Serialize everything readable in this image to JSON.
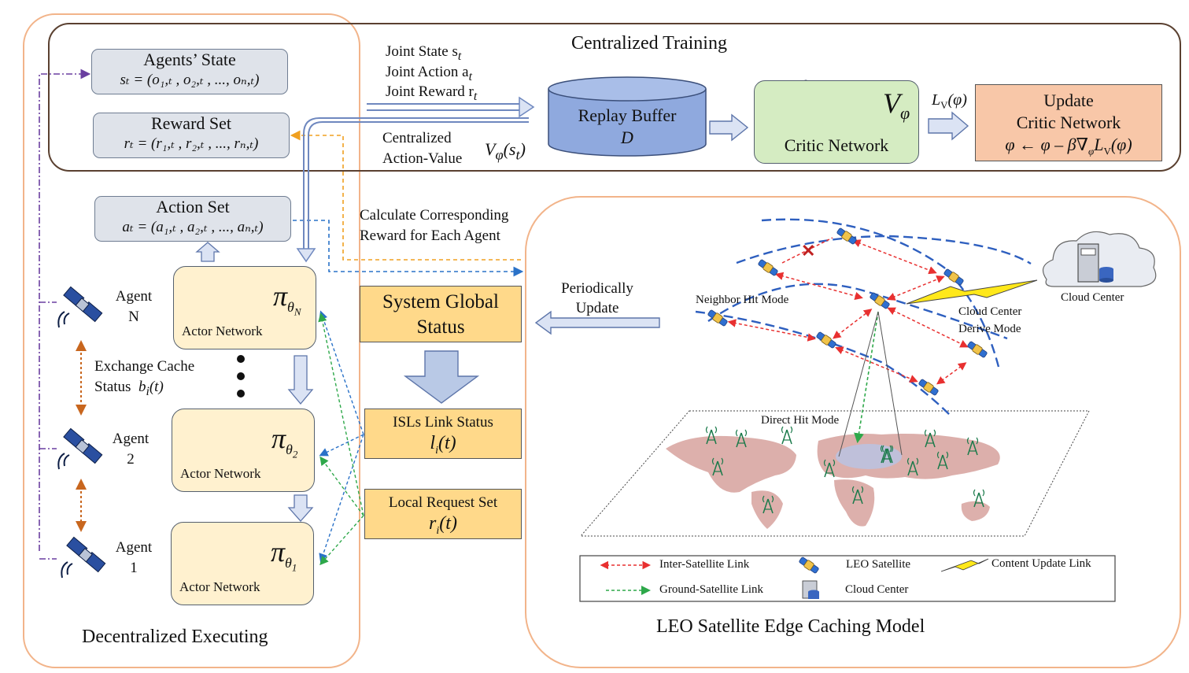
{
  "centralized_training": {
    "title": "Centralized Training",
    "joint_state": "Joint State s",
    "joint_state_sub": "t",
    "joint_action": "Joint Action a",
    "joint_action_sub": "t",
    "joint_reward": "Joint Reward r",
    "joint_reward_sub": "t",
    "centralized": "Centralized",
    "action_value": "Action-Value",
    "action_value_math": "V",
    "action_value_sub": "φ",
    "action_value_arg": "(s",
    "action_value_arg_sub": "t",
    "action_value_arg_end": ")",
    "replay_buffer": "Replay Buffer",
    "replay_buffer_var": "D",
    "critic_network": "Critic  Network",
    "critic_symbol": "V",
    "critic_symbol_sub": "φ",
    "loss_label": "L",
    "loss_sub": "V",
    "loss_arg": "(φ)",
    "update_title": "Update",
    "update_subtitle": "Critic Network",
    "update_formula": "φ ← φ – β∇",
    "update_formula_sub": "φ",
    "update_formula_end": "L",
    "update_formula_end_sub": "V",
    "update_formula_tail": "(φ)"
  },
  "decentralized": {
    "title": "Decentralized Executing",
    "agents_state_title": "Agents’ State",
    "agents_state_formula": "sₜ = (o₁,ₜ , o₂,ₜ , ..., oₙ,ₜ)",
    "reward_set_title": "Reward Set",
    "reward_set_formula": "rₜ = (r₁,ₜ , r₂,ₜ , ..., rₙ,ₜ)",
    "action_set_title": "Action  Set",
    "action_set_formula": "aₜ = (a₁,ₜ , a₂,ₜ , ..., aₙ,ₜ)",
    "actor_label": "Actor  Network",
    "pi_symbol": "π",
    "theta_symbol": "θ",
    "theta_N": "N",
    "theta_2": "2",
    "theta_1": "1",
    "agent_N_label": "Agent",
    "agent_N_index": "N",
    "agent_2_label": "Agent",
    "agent_2_index": "2",
    "agent_1_label": "Agent",
    "agent_1_index": "1",
    "exchange_line1": "Exchange Cache",
    "exchange_line2": "Status",
    "exchange_math": "b",
    "exchange_sub": "i",
    "exchange_arg": "(t)"
  },
  "middle": {
    "calc_line1": "Calculate Corresponding",
    "calc_line2": "Reward for Each Agent",
    "global_status_line1": "System Global",
    "global_status_line2": "Status",
    "isl_title": "ISLs Link Status",
    "isl_math": "l",
    "isl_sub": "i",
    "isl_arg": "(t)",
    "local_title": "Local Request Set",
    "local_math": "r",
    "local_sub": "i",
    "local_arg": "(t)",
    "periodically": "Periodically",
    "update": "Update"
  },
  "leo": {
    "title": "LEO Satellite Edge Caching Model",
    "neighbor_hit": "Neighbor Hit Mode",
    "cloud_center_derive_1": "Cloud Center",
    "cloud_center_derive_2": "Derive Mode",
    "cloud_center_label": "Cloud Center",
    "direct_hit": "Direct Hit Mode",
    "legend": {
      "inter_satellite": "Inter-Satellite  Link",
      "ground_satellite": "Ground-Satellite  Link",
      "leo_satellite": "LEO Satellite",
      "cloud_center": "Cloud Center",
      "content_update": "Content Update Link"
    }
  },
  "colors": {
    "grey_box": "#dfe3ea",
    "actor_fill": "#fff1cf",
    "gold_fill": "#ffd98a",
    "replay_fill": "#8fa9de",
    "critic_fill": "#d5ecc2",
    "update_fill": "#f8c7a8",
    "region_border": "#f2b48a",
    "inter_satellite": "#e83030",
    "ground_satellite": "#2ea84a",
    "state_arrow": "#6a3fa0",
    "reward_arrow": "#f0a020",
    "action_arrow": "#2a72c8"
  }
}
